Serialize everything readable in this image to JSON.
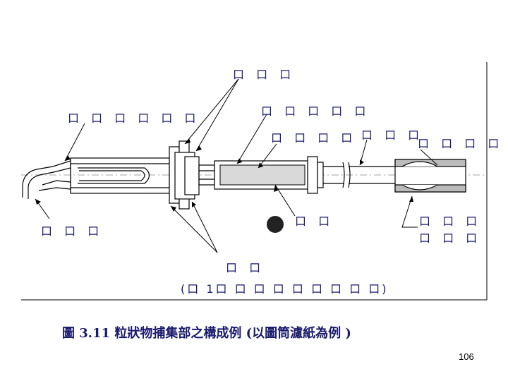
{
  "labels": {
    "top": "口 口 口",
    "tube_body": "口 口 口 口 口",
    "left_upper": "口 口 口 口 口 口",
    "filter": "口 口 口 口",
    "connector": "口 口 口",
    "right_upper": "口 口 口 口 口",
    "left_lower": "口 口 口",
    "mesh": "口 口",
    "right_lower_1": "口 口 口",
    "right_lower_2": "口 口 口",
    "bottom": "口 口",
    "sublabel": "(口 1口 口 口 口 口 口 口 口 口)"
  },
  "caption": "圖 3.11  粒狀物捕集部之構成例    (以圖筒濾紙為例  )",
  "page_number": "106",
  "colors": {
    "text": "#1a1a6e",
    "line": "#000000",
    "filter_fill": "#d9d9d9",
    "mesh_fill": "#222222"
  }
}
